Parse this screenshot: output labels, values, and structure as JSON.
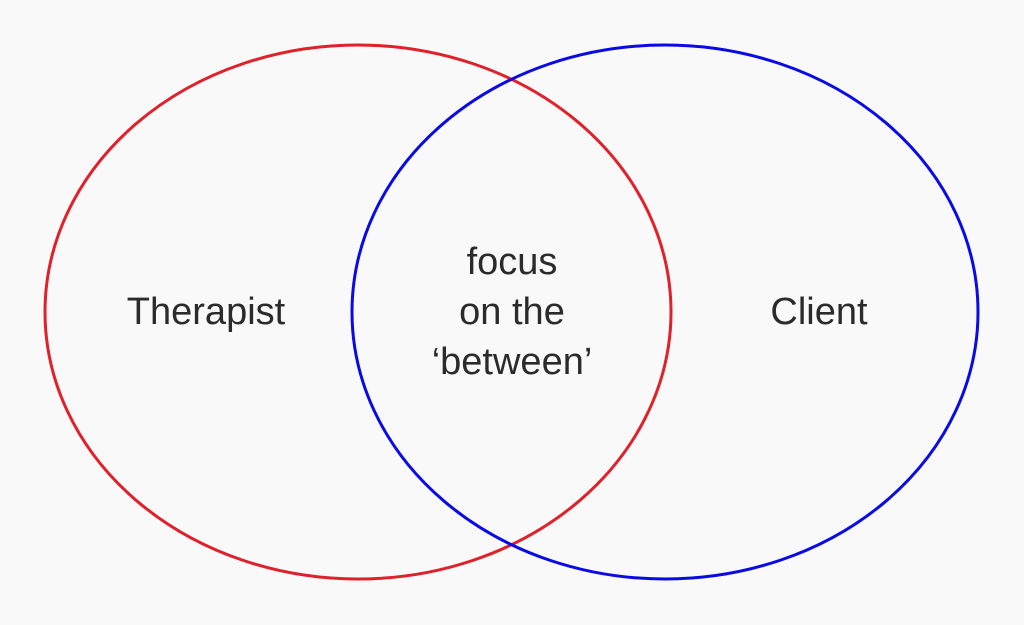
{
  "diagram": {
    "left_set": {
      "label": "Therapist",
      "color": "#e0202a"
    },
    "right_set": {
      "label": "Client",
      "color": "#0a0ae6"
    },
    "overlap": {
      "lines": [
        "focus",
        "on the",
        "‘between’"
      ]
    }
  },
  "colors": {
    "background": "#f9f9f9",
    "text": "#2b2b2b"
  }
}
